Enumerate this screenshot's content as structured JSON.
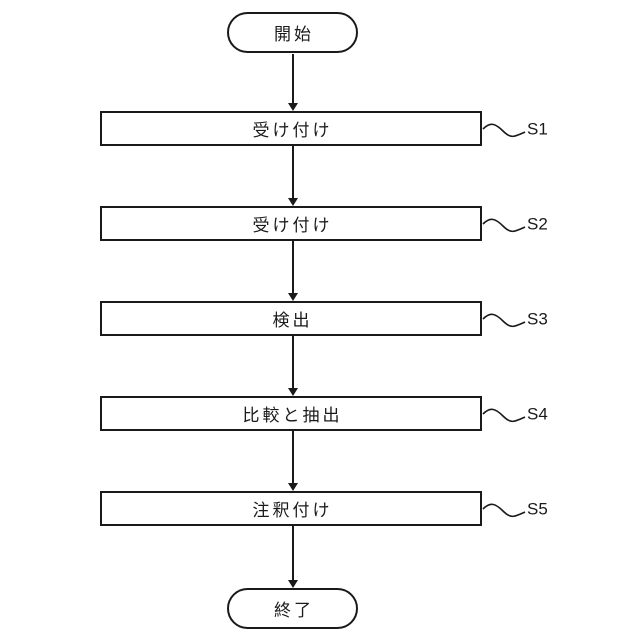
{
  "diagram": {
    "type": "flowchart",
    "background_color": "#ffffff",
    "line_color": "#1a1a1a",
    "start": {
      "label": "開始"
    },
    "end": {
      "label": "終了"
    },
    "steps": [
      {
        "label": "受け付け",
        "tag": "S1"
      },
      {
        "label": "受け付け",
        "tag": "S2"
      },
      {
        "label": "検出",
        "tag": "S3"
      },
      {
        "label": "比較と抽出",
        "tag": "S4"
      },
      {
        "label": "注釈付け",
        "tag": "S5"
      }
    ]
  }
}
